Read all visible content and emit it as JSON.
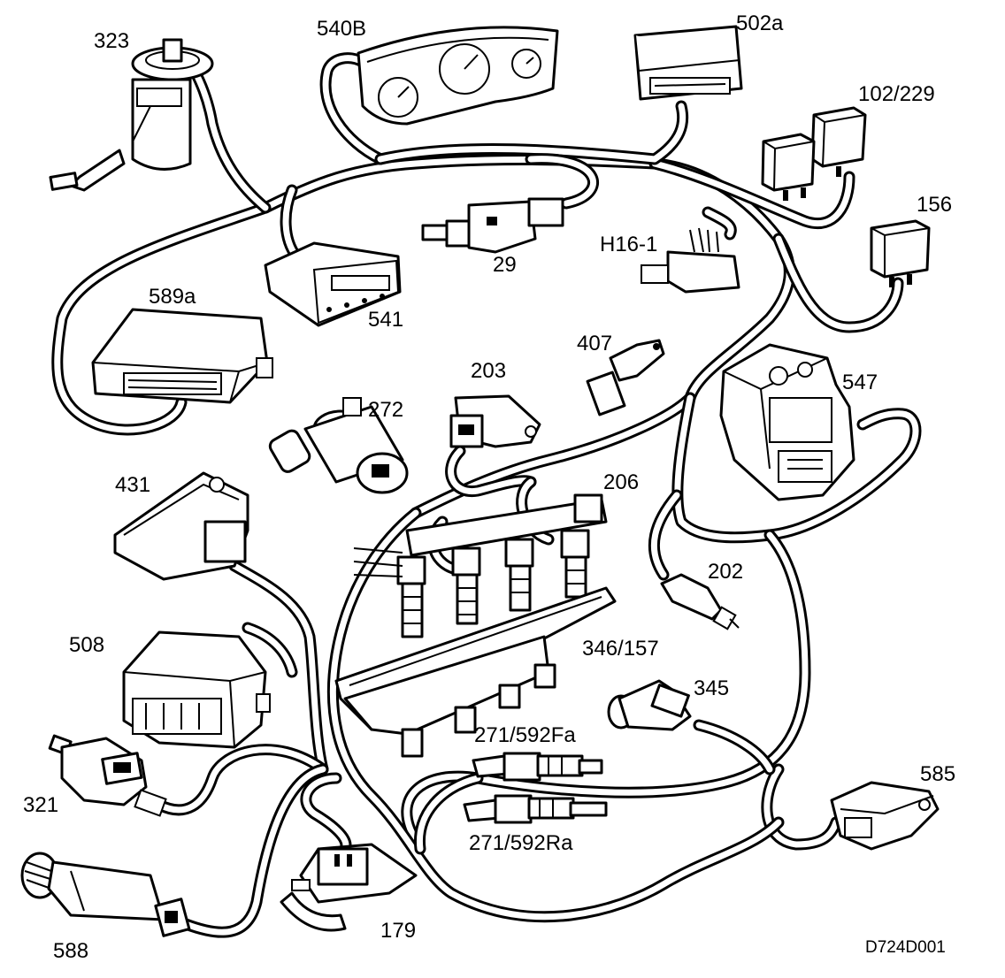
{
  "diagram": {
    "reference": "D724D001",
    "components": [
      {
        "id": "c323",
        "label": "323"
      },
      {
        "id": "c540B",
        "label": "540B"
      },
      {
        "id": "c502a",
        "label": "502a"
      },
      {
        "id": "c102_229",
        "label": "102/229"
      },
      {
        "id": "c156",
        "label": "156"
      },
      {
        "id": "c29",
        "label": "29"
      },
      {
        "id": "cH16_1",
        "label": "H16-1"
      },
      {
        "id": "c541",
        "label": "541"
      },
      {
        "id": "c589a",
        "label": "589a"
      },
      {
        "id": "c407",
        "label": "407"
      },
      {
        "id": "c547",
        "label": "547"
      },
      {
        "id": "c203",
        "label": "203"
      },
      {
        "id": "c272",
        "label": "272"
      },
      {
        "id": "c431",
        "label": "431"
      },
      {
        "id": "c206",
        "label": "206"
      },
      {
        "id": "c202",
        "label": "202"
      },
      {
        "id": "c508",
        "label": "508"
      },
      {
        "id": "c346_157",
        "label": "346/157"
      },
      {
        "id": "c345",
        "label": "345"
      },
      {
        "id": "c271_592Fa",
        "label": "271/592Fa"
      },
      {
        "id": "c321",
        "label": "321"
      },
      {
        "id": "c585",
        "label": "585"
      },
      {
        "id": "c271_592Ra",
        "label": "271/592Ra"
      },
      {
        "id": "c588",
        "label": "588"
      },
      {
        "id": "c179",
        "label": "179"
      }
    ]
  }
}
